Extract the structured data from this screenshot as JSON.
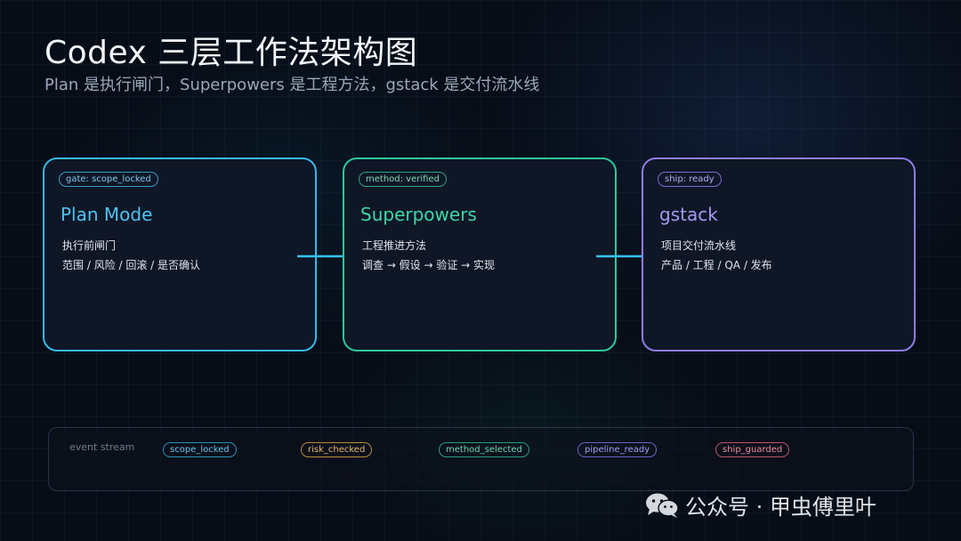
{
  "header": {
    "title": "Codex 三层工作法架构图",
    "subtitle": "Plan 是执行闸门，Superpowers 是工程方法，gstack 是交付流水线"
  },
  "cards": [
    {
      "badge": "gate: scope_locked",
      "name": "Plan Mode",
      "desc1": "执行前闸门",
      "desc2": "范围 / 风险 / 回滚 / 是否确认",
      "color": "#37b9e8"
    },
    {
      "badge": "method: verified",
      "name": "Superpowers",
      "desc1": "工程推进方法",
      "desc2": "调查 → 假设 → 验证 → 实现",
      "color": "#2fc79a"
    },
    {
      "badge": "ship: ready",
      "name": "gstack",
      "desc1": "项目交付流水线",
      "desc2": "产品 / 工程 / QA / 发布",
      "color": "#8f7be8"
    }
  ],
  "events": {
    "label": "event stream",
    "chips": [
      "scope_locked",
      "risk_checked",
      "method_selected",
      "pipeline_ready",
      "ship_guarded"
    ]
  },
  "watermark": {
    "text": "公众号 · 甲虫傅里叶",
    "icon": "wechat-icon"
  }
}
